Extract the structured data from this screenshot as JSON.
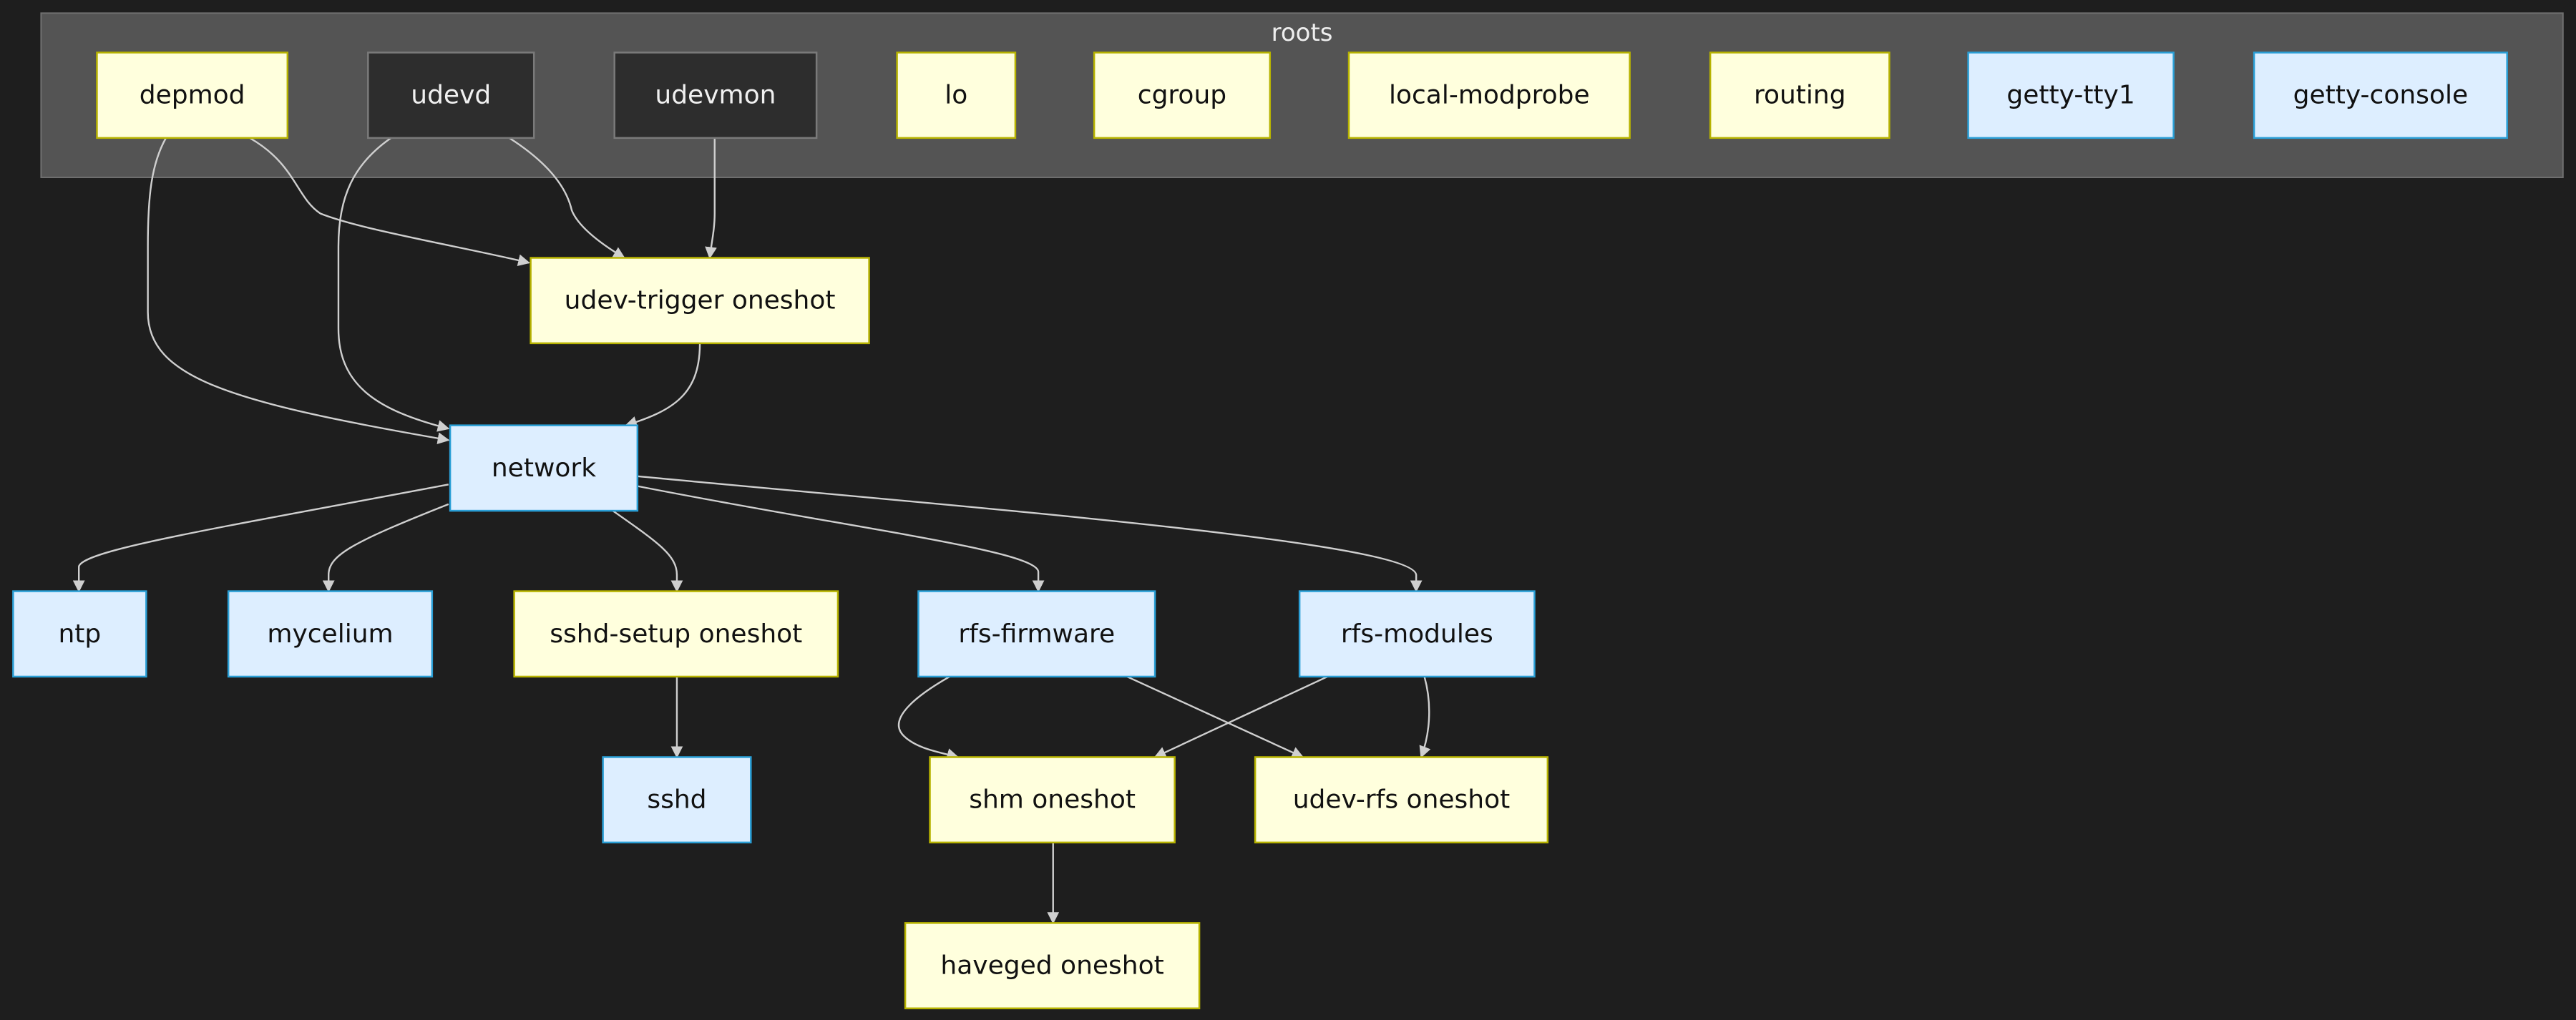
{
  "colors": {
    "background": "#1e1e1e",
    "group_fill": "#545454",
    "group_stroke": "#707070",
    "group_text": "#eeeeee",
    "yellow_fill": "#ffffdd",
    "yellow_stroke": "#b7b300",
    "blue_fill": "#ddeeff",
    "blue_stroke": "#2a9fd6",
    "dark_fill": "#2d2d2d",
    "dark_stroke": "#7a7a7a",
    "light_text": "#111111",
    "dark_text": "#f0f0f0",
    "edge": "#cfcfcf"
  },
  "group": {
    "label": "roots"
  },
  "nodes": [
    {
      "id": "depmod",
      "label": "depmod",
      "style": "yellow"
    },
    {
      "id": "udevd",
      "label": "udevd",
      "style": "dark"
    },
    {
      "id": "udevmon",
      "label": "udevmon",
      "style": "dark"
    },
    {
      "id": "lo",
      "label": "lo",
      "style": "yellow"
    },
    {
      "id": "cgroup",
      "label": "cgroup",
      "style": "yellow"
    },
    {
      "id": "local-modprobe",
      "label": "local-modprobe",
      "style": "yellow"
    },
    {
      "id": "routing",
      "label": "routing",
      "style": "yellow"
    },
    {
      "id": "getty-tty1",
      "label": "getty-tty1",
      "style": "blue"
    },
    {
      "id": "getty-console",
      "label": "getty-console",
      "style": "blue"
    },
    {
      "id": "udev-trigger",
      "label": "udev-trigger oneshot",
      "style": "yellow"
    },
    {
      "id": "network",
      "label": "network",
      "style": "blue"
    },
    {
      "id": "ntp",
      "label": "ntp",
      "style": "blue"
    },
    {
      "id": "mycelium",
      "label": "mycelium",
      "style": "blue"
    },
    {
      "id": "sshd-setup",
      "label": "sshd-setup oneshot",
      "style": "yellow"
    },
    {
      "id": "rfs-firmware",
      "label": "rfs-firmware",
      "style": "blue"
    },
    {
      "id": "rfs-modules",
      "label": "rfs-modules",
      "style": "blue"
    },
    {
      "id": "sshd",
      "label": "sshd",
      "style": "blue"
    },
    {
      "id": "shm",
      "label": "shm oneshot",
      "style": "yellow"
    },
    {
      "id": "udev-rfs",
      "label": "udev-rfs oneshot",
      "style": "yellow"
    },
    {
      "id": "haveged",
      "label": "haveged oneshot",
      "style": "yellow"
    }
  ],
  "edges": [
    {
      "from": "depmod",
      "to": "udev-trigger"
    },
    {
      "from": "udevd",
      "to": "udev-trigger"
    },
    {
      "from": "udevmon",
      "to": "udev-trigger"
    },
    {
      "from": "depmod",
      "to": "network"
    },
    {
      "from": "udevd",
      "to": "network"
    },
    {
      "from": "udev-trigger",
      "to": "network"
    },
    {
      "from": "network",
      "to": "ntp"
    },
    {
      "from": "network",
      "to": "mycelium"
    },
    {
      "from": "network",
      "to": "sshd-setup"
    },
    {
      "from": "network",
      "to": "rfs-firmware"
    },
    {
      "from": "network",
      "to": "rfs-modules"
    },
    {
      "from": "sshd-setup",
      "to": "sshd"
    },
    {
      "from": "rfs-firmware",
      "to": "shm"
    },
    {
      "from": "rfs-firmware",
      "to": "udev-rfs"
    },
    {
      "from": "rfs-modules",
      "to": "shm"
    },
    {
      "from": "rfs-modules",
      "to": "udev-rfs"
    },
    {
      "from": "shm",
      "to": "haveged"
    }
  ]
}
